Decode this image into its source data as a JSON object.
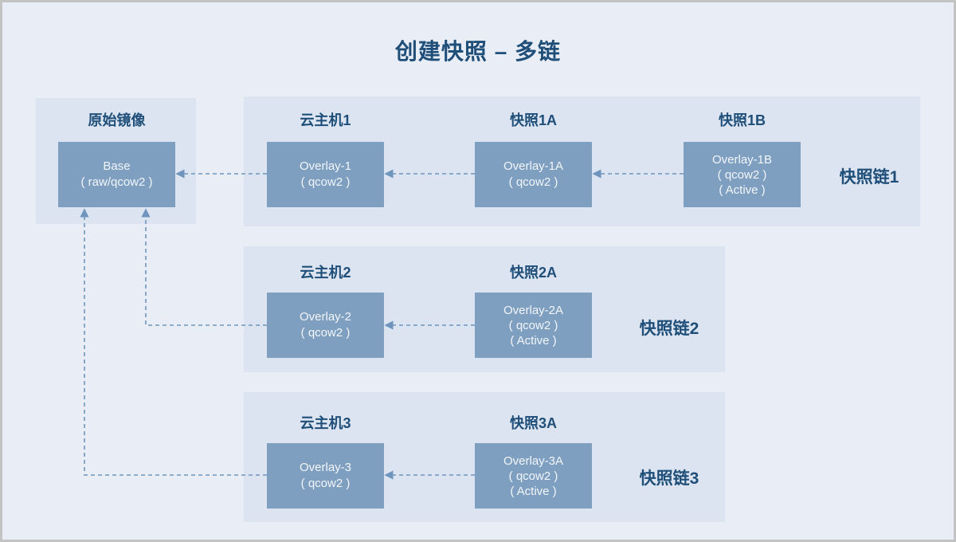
{
  "title": "创建快照 – 多链",
  "colors": {
    "background": "#e9eef6",
    "panel": "#dbe4f0",
    "node_fill": "#7f9fc0",
    "node_text": "#f2f6fa",
    "heading": "#1f4e79",
    "arrow": "#6f95bd",
    "frame_border": "#c3c3c3"
  },
  "base_panel": {
    "label": "原始镜像",
    "box_lines": [
      "Base",
      "( raw/qcow2 )"
    ]
  },
  "chains": [
    {
      "name": "快照链1",
      "nodes": [
        {
          "label": "云主机1",
          "box_lines": [
            "Overlay-1",
            "( qcow2 )"
          ]
        },
        {
          "label": "快照1A",
          "box_lines": [
            "Overlay-1A",
            "( qcow2 )"
          ]
        },
        {
          "label": "快照1B",
          "box_lines": [
            "Overlay-1B",
            "( qcow2 )",
            "( Active )"
          ]
        }
      ]
    },
    {
      "name": "快照链2",
      "nodes": [
        {
          "label": "云主机2",
          "box_lines": [
            "Overlay-2",
            "( qcow2 )"
          ]
        },
        {
          "label": "快照2A",
          "box_lines": [
            "Overlay-2A",
            "( qcow2 )",
            "( Active )"
          ]
        }
      ]
    },
    {
      "name": "快照链3",
      "nodes": [
        {
          "label": "云主机3",
          "box_lines": [
            "Overlay-3",
            "( qcow2 )"
          ]
        },
        {
          "label": "快照3A",
          "box_lines": [
            "Overlay-3A",
            "( qcow2 )",
            "( Active )"
          ]
        }
      ]
    }
  ]
}
